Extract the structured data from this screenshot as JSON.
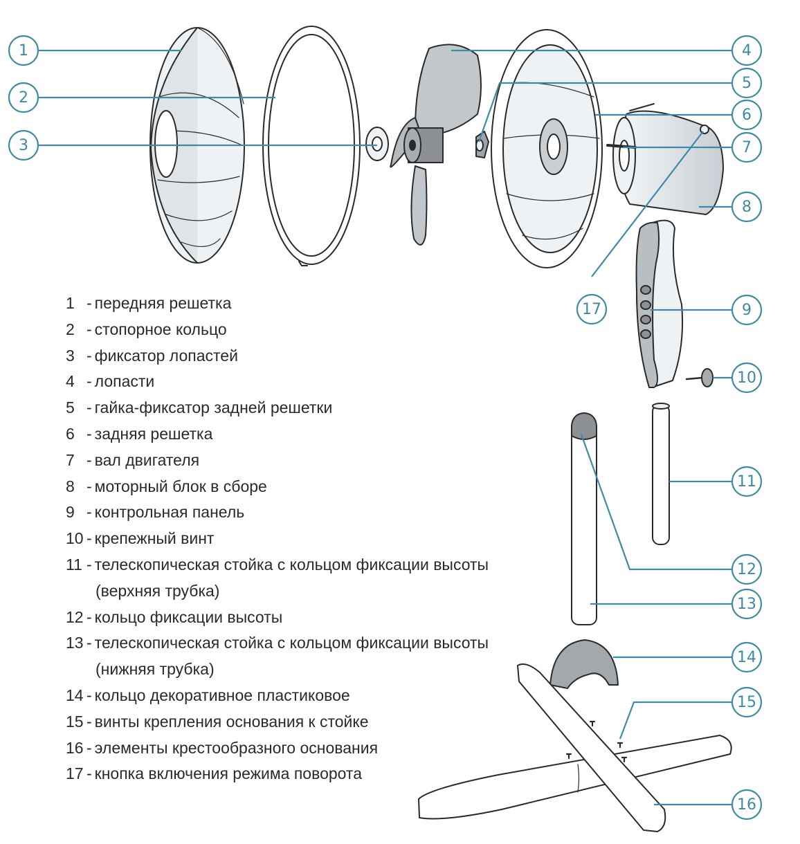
{
  "callouts": [
    {
      "num": "1"
    },
    {
      "num": "2"
    },
    {
      "num": "3"
    },
    {
      "num": "4"
    },
    {
      "num": "5"
    },
    {
      "num": "6"
    },
    {
      "num": "7"
    },
    {
      "num": "8"
    },
    {
      "num": "9"
    },
    {
      "num": "10"
    },
    {
      "num": "11"
    },
    {
      "num": "12"
    },
    {
      "num": "13"
    },
    {
      "num": "14"
    },
    {
      "num": "15"
    },
    {
      "num": "16"
    },
    {
      "num": "17"
    }
  ],
  "legend": [
    {
      "num": "1",
      "text": "передняя решетка"
    },
    {
      "num": "2",
      "text": "стопорное кольцо"
    },
    {
      "num": "3",
      "text": "фиксатор лопастей"
    },
    {
      "num": "4",
      "text": "лопасти"
    },
    {
      "num": "5",
      "text": "гайка-фиксатор задней решетки"
    },
    {
      "num": "6",
      "text": "задняя решетка"
    },
    {
      "num": "7",
      "text": "вал двигателя"
    },
    {
      "num": "8",
      "text": "моторный блок в сборе"
    },
    {
      "num": "9",
      "text": "контрольная панель"
    },
    {
      "num": "10",
      "text": "крепежный винт"
    },
    {
      "num": "11",
      "text": "телескопическая стойка с кольцом фиксации высоты",
      "cont": "(верхняя трубка)"
    },
    {
      "num": "12",
      "text": "кольцо фиксации высоты"
    },
    {
      "num": "13",
      "text": "телескопическая стойка с кольцом фиксации высоты",
      "cont": "(нижняя трубка)"
    },
    {
      "num": "14",
      "text": "кольцо декоративное пластиковое"
    },
    {
      "num": "15",
      "text": "винты крепления основания к стойке"
    },
    {
      "num": "16",
      "text": "элементы крестообразного основания"
    },
    {
      "num": "17",
      "text": "кнопка включения режима поворота"
    }
  ],
  "colors": {
    "callout": "#3e8aa6",
    "outline": "#2a2a2a",
    "part_fill": "#eef2f5",
    "part_shade": "#b9bec3",
    "dark_part": "#8d9196"
  }
}
